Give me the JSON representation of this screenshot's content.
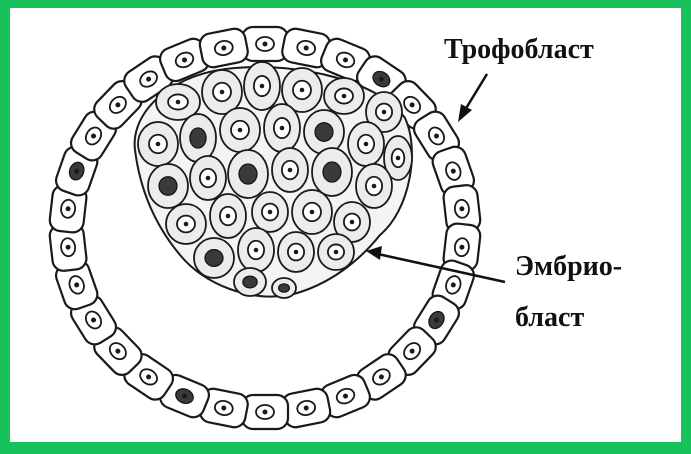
{
  "labels": {
    "trophoblast": "Трофобласт",
    "embryoblast_line1": "Эмбрио-",
    "embryoblast_line2": "бласт"
  },
  "colors": {
    "border": "#18c25a",
    "background": "#ffffff",
    "ink": "#1a1a1a"
  }
}
